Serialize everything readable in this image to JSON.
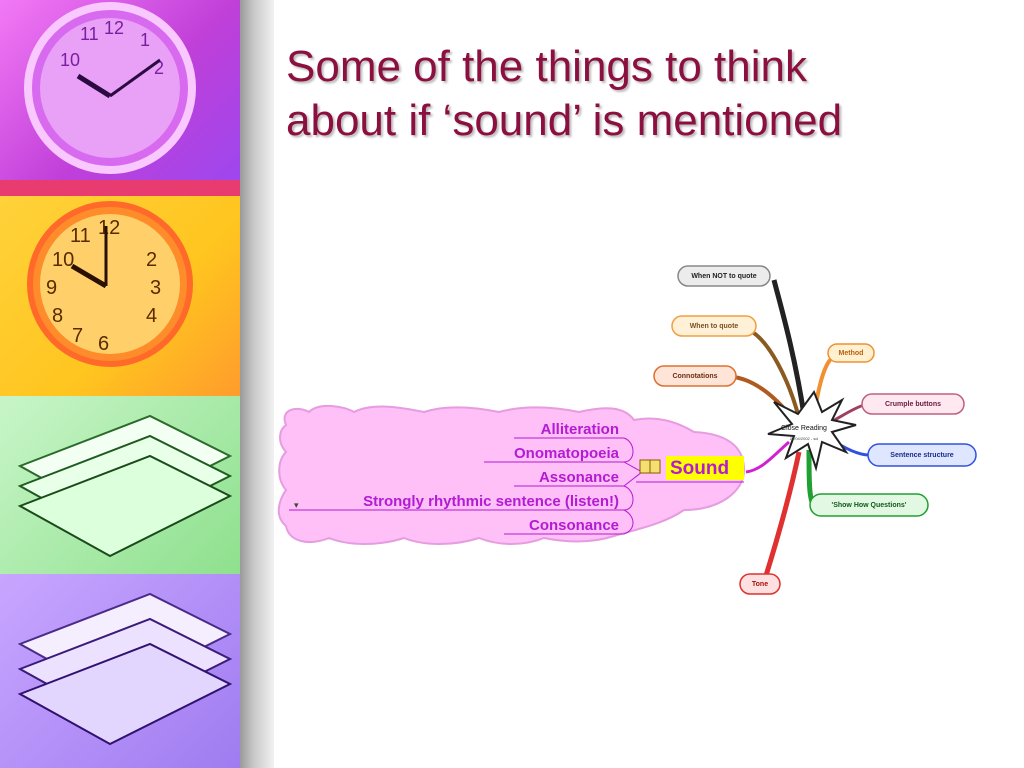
{
  "slide": {
    "title_line1": "Some of the things to think",
    "title_line2": "about if ‘sound’ is mentioned"
  },
  "colors": {
    "title": "#8b1040",
    "sound_cloud": "#ffbff7",
    "leaf_text": "#b31bd4",
    "sound_highlight": "#ffff00"
  },
  "mindmap": {
    "central": {
      "label": "Close Reading",
      "sublabel": "27/04/2002 - scl"
    },
    "sound": {
      "label": "Sound",
      "icon": "book-icon"
    },
    "sound_items": [
      "Alliteration",
      "Onomatopoeia",
      "Assonance",
      "Strongly rhythmic sentence (listen!)",
      "Consonance"
    ],
    "branches": [
      {
        "label": "When NOT to quote",
        "color": "#888888",
        "fill": "#ececec"
      },
      {
        "label": "When to quote",
        "color": "#f0a040",
        "fill": "#fff0d8"
      },
      {
        "label": "Connotations",
        "color": "#e07030",
        "fill": "#ffe4d8"
      },
      {
        "label": "Method",
        "color": "#f09030",
        "fill": "#fff0d0"
      },
      {
        "label": "Crumple buttons",
        "color": "#c06080",
        "fill": "#ffe8f0"
      },
      {
        "label": "Sentence structure",
        "color": "#3050e0",
        "fill": "#dfe6ff"
      },
      {
        "label": "'Show How Questions'",
        "color": "#20a030",
        "fill": "#e2f8e2"
      },
      {
        "label": "Tone",
        "color": "#e03030",
        "fill": "#ffe0e0"
      }
    ]
  }
}
